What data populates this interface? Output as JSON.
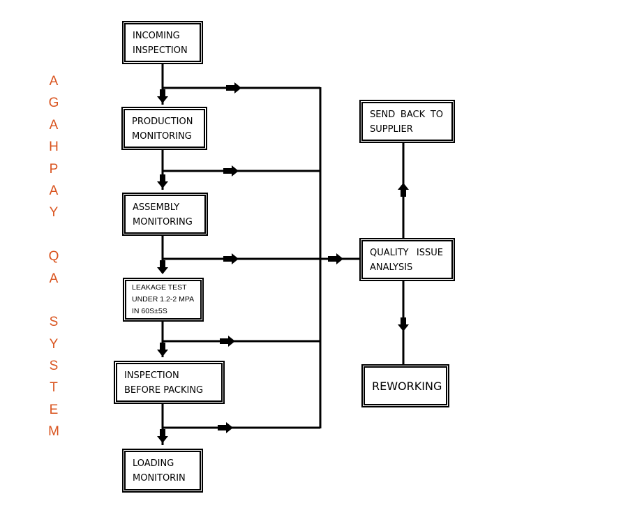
{
  "title": {
    "letters": [
      "A",
      "G",
      "A",
      "H",
      "P",
      "A",
      "Y",
      "",
      "Q",
      "A",
      "",
      "S",
      "Y",
      "S",
      "T",
      "E",
      "M"
    ],
    "color": "#d9531e"
  },
  "nodes": {
    "incoming_inspection": "INCOMING\nINSPECTION",
    "production_monitoring": "PRODUCTION\nMONITORING",
    "assembly_monitoring": "ASSEMBLY\nMONITORING",
    "leakage_test": "LEAKAGE TEST\nUNDER 1.2-2 MPA\nIN 60S±5S",
    "inspection_before_packing": "INSPECTION\nBEFORE PACKING",
    "loading_monitorin": "LOADING\nMONITORIN",
    "quality_issue_analysis": "QUALITY ISSUE\nANALYSIS",
    "send_back_to_supplier": "SEND BACK TO\nSUPPLIER",
    "reworking": "REWORKING"
  },
  "colors": {
    "line": "#000000",
    "title": "#d9531e"
  }
}
